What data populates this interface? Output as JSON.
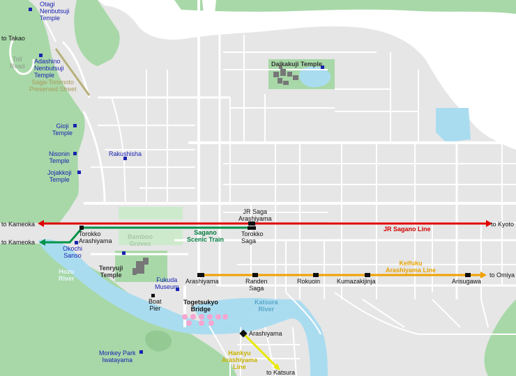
{
  "colors": {
    "jr_sagano": "#e00000",
    "sagano_scenic": "#00934a",
    "keifuku": "#f0a000",
    "hankyu": "#e8e800",
    "water": "#aadcf0",
    "park": "#a8d8a8",
    "road": "#ffffff",
    "bg": "#e6e6e6"
  },
  "temples": {
    "otagi": "Otagi\nNenbutsuji\nTemple",
    "adashino": "Adashino\nNenbutsuji\nTemple",
    "daikakuji": "Daikakuji Temple",
    "gioji": "Gioji\nTemple",
    "nisonin": "Nisonin\nTemple",
    "jojakkoji": "Jojakkoji\nTemple",
    "rakushisha": "Rakushisha",
    "tenryuji": "Tenryuji\nTemple",
    "okochi": "Okochi\nSanso",
    "fukuda": "Fukuda\nMuseum",
    "monkey_park": "Monkey Park\nIwatayama"
  },
  "places": {
    "to_takao": "to Takao",
    "toll_road": "Toll\nRoad",
    "saga_toriimoto": "Saga-Toriimoto\nPreserved Street",
    "bamboo": "Bamboo\nGroves",
    "boat_pier": "Boat\nPier",
    "togetsukyo": "Togetsukyo\nBridge"
  },
  "water": {
    "hozu": "Hozu\nRiver",
    "katsura": "Katsura\nRiver"
  },
  "lines": {
    "jr": "JR Sagano Line",
    "scenic": "Sagano\nScenic Train",
    "keifuku": "Keifuku\nArashiyama Line",
    "hankyu": "Hankyu\nArashiyama\nLine"
  },
  "destinations": {
    "to_kameoka_jr": "to Kameoka",
    "to_kameoka_scenic": "to Kameoka",
    "to_kyoto": "to Kyoto",
    "to_omiya": "to Omiya",
    "to_katsura": "to Katsura"
  },
  "stations": {
    "jr_saga": "JR Saga\nArashiyama",
    "torokko_saga": "Torokko\nSaga",
    "torokko_arashiyama": "Torokko\nArashiyama",
    "arashiyama_keifuku": "Arashiyama",
    "randen_saga": "Randen\nSaga",
    "rokuoin": "Rokuoin",
    "kumazakijinja": "Kumazakijinja",
    "arisugawa": "Arisugawa",
    "arashiyama_hankyu": "Arashiyama"
  }
}
